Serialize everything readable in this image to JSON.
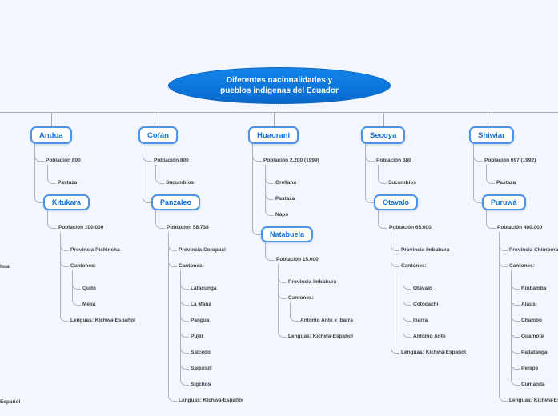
{
  "colors": {
    "background": "#f3f6fc",
    "root_fill": "#0d7ae0",
    "root_text": "#ffffff",
    "node_border": "#4b93e4",
    "node_text": "#1273d4",
    "leaf_text": "#3f4042",
    "line": "#a8adb5"
  },
  "root": {
    "line1": "Diferentes nacionalidades y",
    "line2": "pueblos indigenas del Ecuador"
  },
  "edge_fragments": {
    "left_mid": "hua",
    "left_bottom": "Español"
  },
  "branches": [
    {
      "label": "Andoa",
      "children": [
        {
          "text": "Población 800",
          "children": [
            {
              "text": "Pastaza"
            }
          ]
        },
        {
          "node": "Kitukara",
          "children": [
            {
              "text": "Población 100.000",
              "children": [
                {
                  "text": "Provincia Pichincha"
                },
                {
                  "text": "Cantones:",
                  "children": [
                    {
                      "text": "Quito"
                    },
                    {
                      "text": "Mejía"
                    }
                  ]
                },
                {
                  "text": "Lenguas: Kichwa-Español"
                }
              ]
            }
          ]
        }
      ]
    },
    {
      "label": "Cofán",
      "children": [
        {
          "text": "Población 800",
          "children": [
            {
              "text": "Sucumbíos"
            }
          ]
        },
        {
          "node": "Panzaleo",
          "children": [
            {
              "text": "Población 58.738",
              "children": [
                {
                  "text": "Provincia Cotopaxi"
                },
                {
                  "text": "Cantones:",
                  "children": [
                    {
                      "text": "Latacunga"
                    },
                    {
                      "text": "La Maná"
                    },
                    {
                      "text": "Pangua"
                    },
                    {
                      "text": "Pujilí"
                    },
                    {
                      "text": "Salcedo"
                    },
                    {
                      "text": "Saquisilí"
                    },
                    {
                      "text": "Sigchos"
                    }
                  ]
                },
                {
                  "text": "Lenguas: Kichwa-Español"
                }
              ]
            }
          ]
        }
      ]
    },
    {
      "label": "Huaorani",
      "children": [
        {
          "text": "Población 2.200 (1999)",
          "children": [
            {
              "text": "Orellana"
            },
            {
              "text": "Pastaza"
            },
            {
              "text": "Napo"
            }
          ]
        },
        {
          "node": "Natabuela",
          "children": [
            {
              "text": "Población 15.000",
              "children": [
                {
                  "text": "Provincia Imbabura"
                },
                {
                  "text": "Cantones:",
                  "children": [
                    {
                      "text": "Antonio Ante e Ibarra"
                    }
                  ]
                },
                {
                  "text": "Lenguas: Kichwa-Español"
                }
              ]
            }
          ]
        }
      ]
    },
    {
      "label": "Secoya",
      "children": [
        {
          "text": "Población 380",
          "children": [
            {
              "text": "Sucumbíos"
            }
          ]
        },
        {
          "node": "Otavalo",
          "children": [
            {
              "text": "Población 65.000",
              "children": [
                {
                  "text": "Provincia Imbabura"
                },
                {
                  "text": "Cantones:",
                  "children": [
                    {
                      "text": "Otavalo"
                    },
                    {
                      "text": "Cotocachi"
                    },
                    {
                      "text": "Ibarra"
                    },
                    {
                      "text": "Antonio Ante"
                    }
                  ]
                },
                {
                  "text": "Lenguas: Kichwa-Español"
                }
              ]
            }
          ]
        }
      ]
    },
    {
      "label": "Shiwiar",
      "children": [
        {
          "text": "Población 697 (1992)",
          "children": [
            {
              "text": "Pastaza"
            }
          ]
        },
        {
          "node": "Puruwá",
          "children": [
            {
              "text": "Población 400.000",
              "children": [
                {
                  "text": "Provincia Chimborazo"
                },
                {
                  "text": "Cantones:",
                  "children": [
                    {
                      "text": "Riobamba"
                    },
                    {
                      "text": "Alausí"
                    },
                    {
                      "text": "Chambo"
                    },
                    {
                      "text": "Guamote"
                    },
                    {
                      "text": "Pallatanga"
                    },
                    {
                      "text": "Penipe"
                    },
                    {
                      "text": "Cumandá"
                    }
                  ]
                },
                {
                  "text": "Lenguas: Kichwa-Español"
                }
              ]
            }
          ]
        }
      ]
    }
  ]
}
